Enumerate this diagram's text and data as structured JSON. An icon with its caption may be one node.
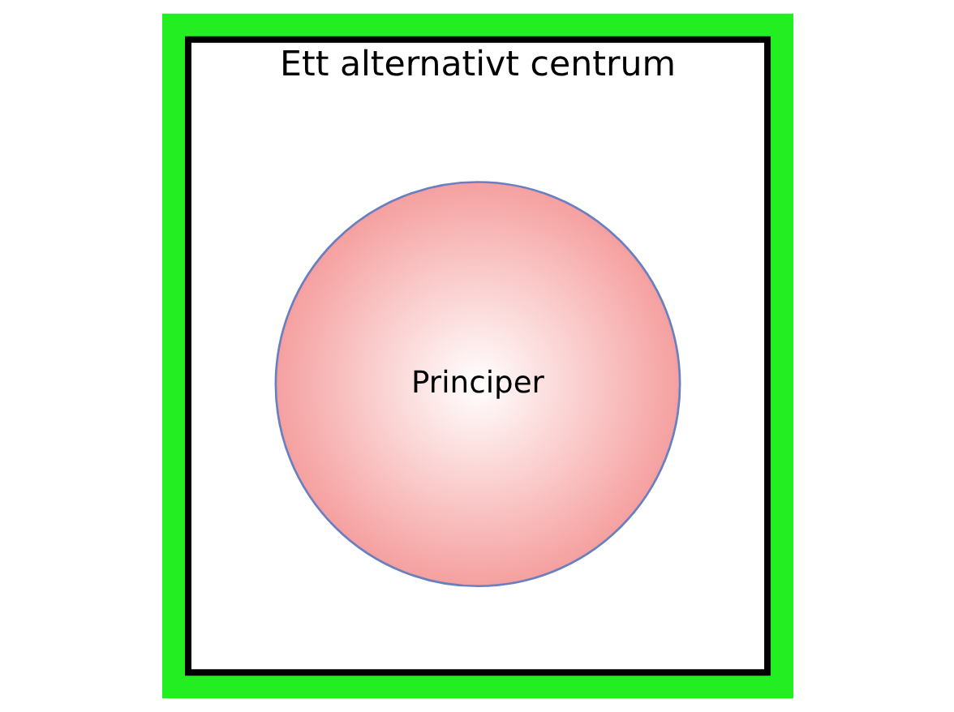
{
  "diagram": {
    "nodes": [
      {
        "text": [
          "Ett alternativt centrum"
        ]
      },
      {
        "text": [
          "Principer"
        ],
        "in": 0
      }
    ]
  }
}
